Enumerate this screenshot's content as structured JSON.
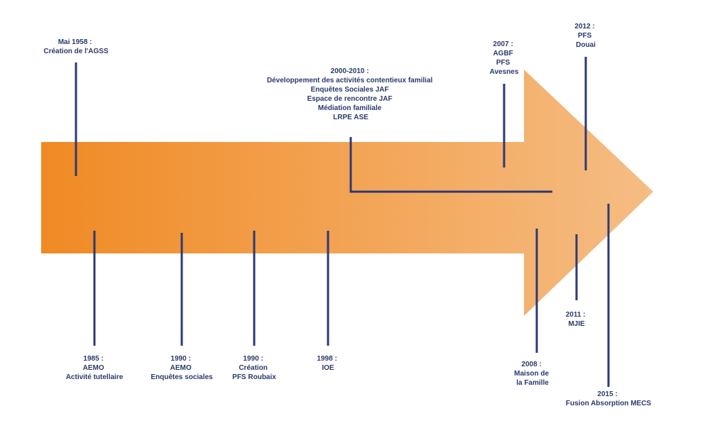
{
  "colors": {
    "arrow_start": "#f08a24",
    "arrow_end": "#f5bd84",
    "line": "#2e3a73",
    "text": "#2b3a6b"
  },
  "events": [
    {
      "id": "e1958",
      "lines": [
        "Mai 1958 :",
        "Création de l'AGSS"
      ]
    },
    {
      "id": "e1985",
      "lines": [
        "1985 :",
        "AEMO",
        "Activité tutellaire"
      ]
    },
    {
      "id": "e1990a",
      "lines": [
        "1990 :",
        "AEMO",
        "Enquêtes sociales"
      ]
    },
    {
      "id": "e1990b",
      "lines": [
        "1990 :",
        "Création",
        "PFS Roubaix"
      ]
    },
    {
      "id": "e1998",
      "lines": [
        "1998 :",
        "IOE"
      ]
    },
    {
      "id": "e2000",
      "lines": [
        "2000-2010 :",
        "Développement des activités contentieux familial",
        "Enquêtes Sociales JAF",
        "Espace de rencontre JAF",
        "Médiation familiale",
        "LRPE ASE"
      ]
    },
    {
      "id": "e2007",
      "lines": [
        "2007 :",
        "AGBF",
        "PFS",
        "Avesnes"
      ]
    },
    {
      "id": "e2008",
      "lines": [
        "2008 :",
        "Maison de",
        "la Famille"
      ]
    },
    {
      "id": "e2011",
      "lines": [
        "2011 :",
        "MJIE"
      ]
    },
    {
      "id": "e2012",
      "lines": [
        "2012 :",
        "PFS",
        "Douai"
      ]
    },
    {
      "id": "e2015",
      "lines": [
        "2015 :",
        "Fusion Absorption MECS"
      ]
    }
  ]
}
